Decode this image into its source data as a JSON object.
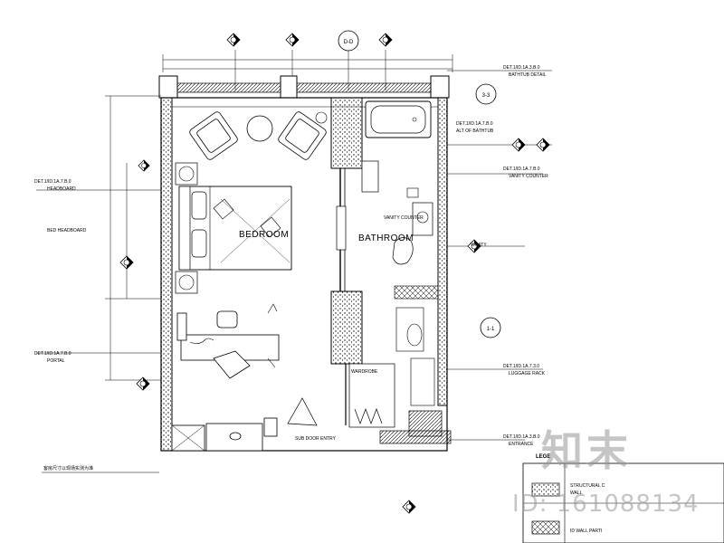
{
  "grid_labels": {
    "top_center": "D-D",
    "right_upper": "3-3",
    "right_lower": "1-1"
  },
  "rooms": {
    "bedroom": "BEDROOM",
    "bathroom": "BATHROOM"
  },
  "callouts": {
    "bathroom_detail": "DET.1/ID.1A.3.B.0",
    "bathroom_detail_sub": "BATHTUB DETAIL",
    "bathtub": "DET.1/ID.1A.7.B.0",
    "bathtub_sub": "ALT OF BATHTUB",
    "vanity_counter": "DET.1/ID.1A.7.B.0",
    "vanity_counter_sub": "VANITY COUNTER",
    "headboard": "DET.1/ID.1A.7.B.0",
    "headboard_sub": "HEADBOARD",
    "bed_headboard": "BED HEADBOARD",
    "portal": "DET.1/ID.1A.7.B.0",
    "portal_sub": "PORTAL",
    "luggage": "DET.1/ID.1A.7.3.0",
    "luggage_sub": "LUGGAGE RACK",
    "entrance": "DET.1/ID.1A.3.B.0",
    "entrance_sub": "ENTRANCE",
    "vanity_right": "VANITY",
    "vanity_counter_tag": "VANITY COUNTER",
    "wardrobe": "WARDROBE",
    "sub_door": "SUB DOOR ENTRY"
  },
  "note_left": "客房尺寸以现场实测为准",
  "legend": {
    "title": "LEGE",
    "row1": "STRUCTURAL C",
    "row1_sub": "WALL",
    "row2": "ID WALL PARTI"
  },
  "watermark": {
    "logo": "知末",
    "id": "ID: 161088134"
  }
}
